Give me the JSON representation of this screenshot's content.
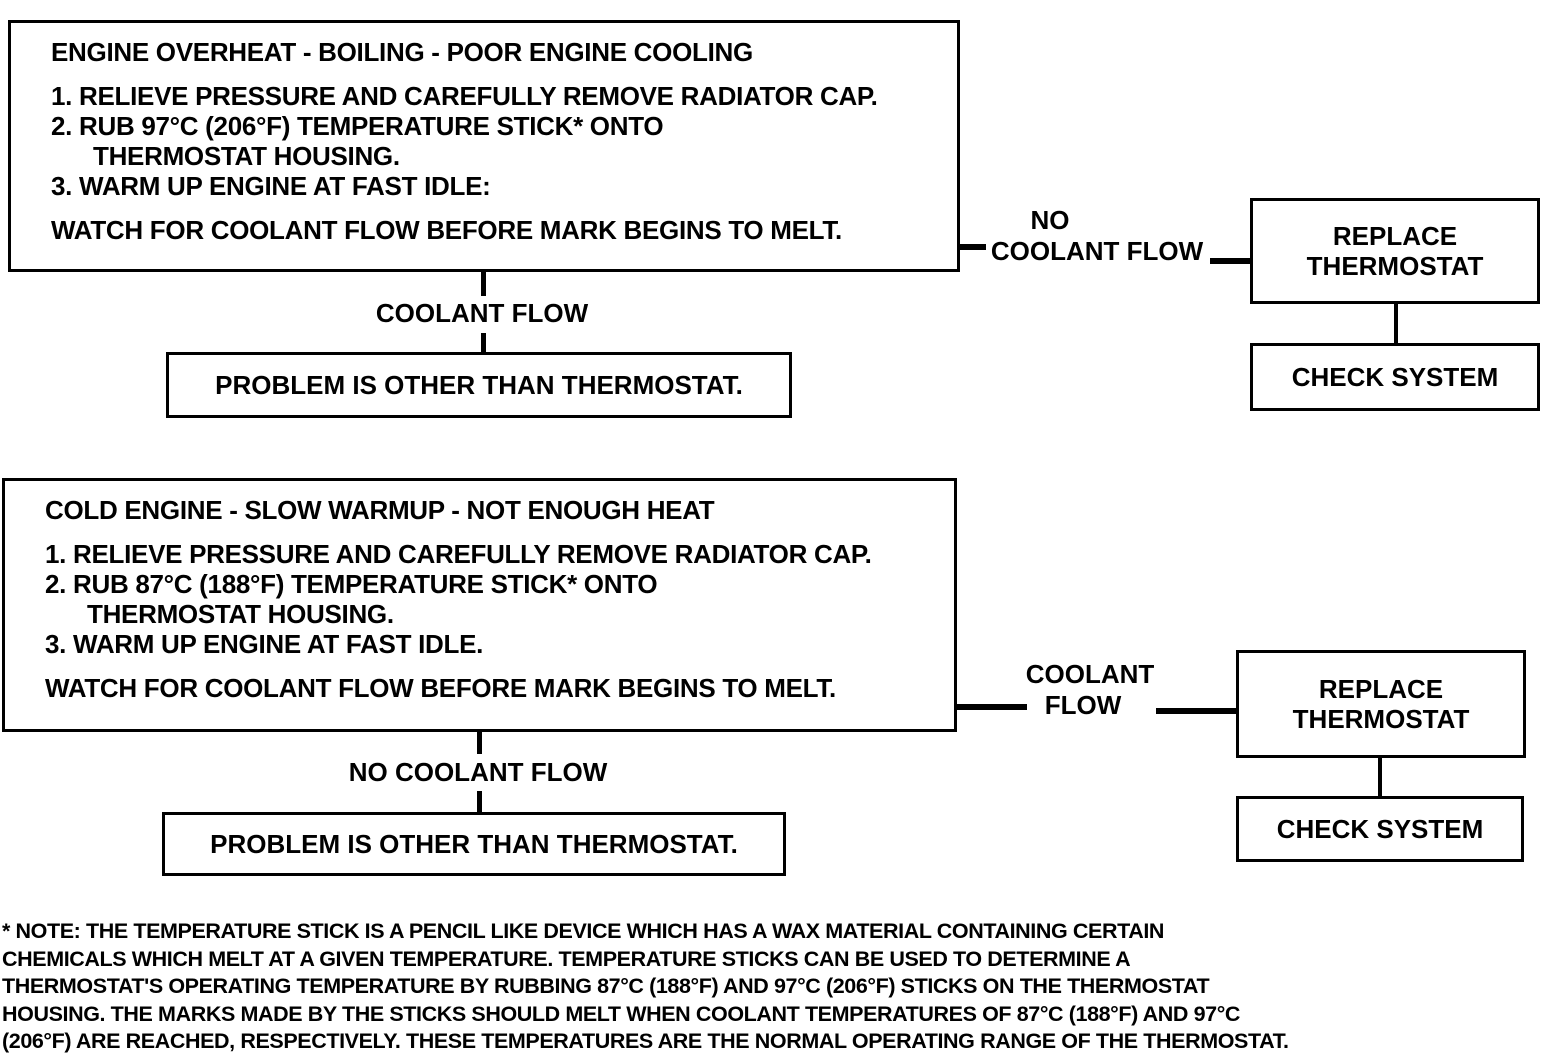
{
  "flow1": {
    "title": "ENGINE OVERHEAT - BOILING - POOR ENGINE COOLING",
    "step1": "1. RELIEVE PRESSURE AND CAREFULLY REMOVE RADIATOR CAP.",
    "step2a": "2. RUB 97°C (206°F) TEMPERATURE STICK* ONTO",
    "step2b": "THERMOSTAT HOUSING.",
    "step3": "3. WARM UP ENGINE AT FAST IDLE:",
    "watch": "WATCH FOR COOLANT FLOW BEFORE MARK BEGINS TO MELT.",
    "down_label": "COOLANT FLOW",
    "down_result": "PROBLEM IS OTHER THAN THERMOSTAT.",
    "right_label_1": "NO",
    "right_label_2": "COOLANT FLOW",
    "right_result_1": "REPLACE",
    "right_result_2": "THERMOSTAT",
    "final": "CHECK SYSTEM"
  },
  "flow2": {
    "title": "COLD ENGINE - SLOW WARMUP - NOT ENOUGH HEAT",
    "step1": "1. RELIEVE PRESSURE AND CAREFULLY REMOVE RADIATOR CAP.",
    "step2a": "2. RUB 87°C (188°F) TEMPERATURE STICK* ONTO",
    "step2b": "THERMOSTAT HOUSING.",
    "step3": "3. WARM UP ENGINE AT FAST IDLE.",
    "watch": "WATCH FOR COOLANT FLOW BEFORE MARK BEGINS TO MELT.",
    "down_label": "NO COOLANT FLOW",
    "down_result": "PROBLEM IS OTHER THAN THERMOSTAT.",
    "right_label_1": "COOLANT",
    "right_label_2": "FLOW",
    "right_result_1": "REPLACE",
    "right_result_2": "THERMOSTAT",
    "final": "CHECK SYSTEM"
  },
  "note": {
    "line1": "* NOTE: THE TEMPERATURE STICK IS A PENCIL LIKE DEVICE WHICH HAS A WAX MATERIAL CONTAINING CERTAIN",
    "line2": "CHEMICALS WHICH MELT AT A GIVEN TEMPERATURE. TEMPERATURE STICKS CAN BE USED TO DETERMINE A",
    "line3": "THERMOSTAT'S OPERATING TEMPERATURE BY RUBBING 87°C (188°F) AND 97°C (206°F) STICKS ON THE THERMOSTAT",
    "line4": "HOUSING. THE MARKS MADE BY THE STICKS SHOULD MELT WHEN COOLANT TEMPERATURES OF 87°C (188°F) AND 97°C",
    "line5": "(206°F) ARE REACHED, RESPECTIVELY. THESE TEMPERATURES ARE THE NORMAL OPERATING RANGE OF THE THERMOSTAT."
  }
}
